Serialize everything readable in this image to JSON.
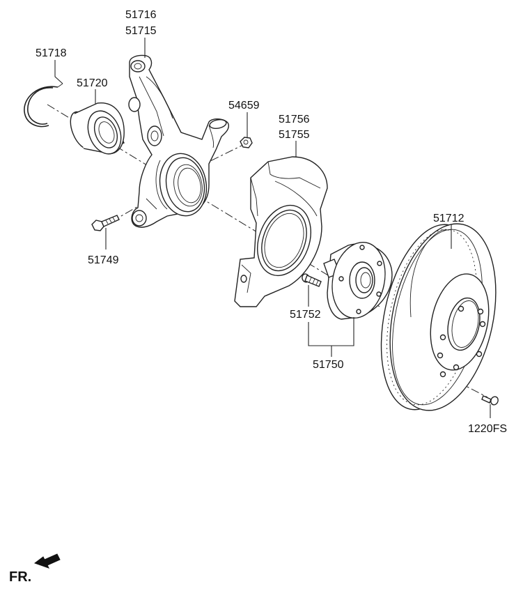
{
  "diagram": {
    "labels": {
      "p51716": "51716",
      "p51715": "51715",
      "p51718": "51718",
      "p51720": "51720",
      "p54659": "54659",
      "p51756": "51756",
      "p51755": "51755",
      "p51749": "51749",
      "p51712": "51712",
      "p51752": "51752",
      "p51750": "51750",
      "p1220FS": "1220FS"
    },
    "direction_indicator": "FR."
  }
}
